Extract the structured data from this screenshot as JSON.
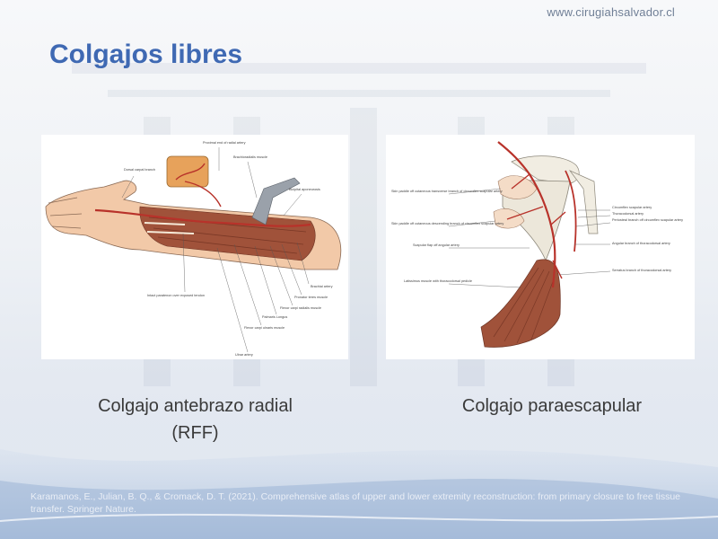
{
  "header": {
    "site_url": "www.cirugiahsalvador.cl"
  },
  "slide": {
    "title": "Colgajos libres",
    "left_caption_line1": "Colgajo antebrazo radial",
    "left_caption_line2": "(RFF)",
    "right_caption": "Colgajo paraescapular",
    "reference": "Karamanos, E., Julian, B. Q., & Cromack, D. T. (2021). Comprehensive atlas of upper and lower extremity reconstruction: from primary closure to free tissue transfer. Springer Nature."
  },
  "left_figure_labels": {
    "dorsal_carpal": "Dorsal carpal branch",
    "proximal_end": "Proximal end of radial artery",
    "brachioradialis": "Brachioradialis muscle",
    "bicipital": "Bicipital aponeurosis",
    "brachial": "Brachial artery",
    "pronator": "Pronator teres muscle",
    "fcr": "Flexor carpi radialis muscle",
    "palmaris": "Palmaris Longus",
    "fcu": "Flexor carpi ulnaris muscle",
    "ulnar": "Ulnar artery",
    "intact": "Intact paratenon over exposed tendon"
  },
  "right_figure_labels": {
    "skin_transverse": "Skin paddle off cutaneous transverse branch of circumflex scapular artery",
    "skin_descending": "Skin paddle off cutaneous descending branch of circumflex scapular artery",
    "scapular_flap": "Scapular flap off angular artery",
    "latissimus": "Latissimus muscle with thoracodorsal pedicle",
    "circumflex": "Circumflex scapular artery",
    "thoracodorsal": "Thoracodorsal artery",
    "periosteal": "Periosteal branch off circumflex scapular artery",
    "angular": "Angular branch of thoracodorsal artery",
    "serratus": "Serratus branch of thoracodorsal artery"
  },
  "colors": {
    "title": "#3f69b3",
    "artery": "#b8322a",
    "muscle": "#a0523a",
    "skin": "#f2c9a8"
  }
}
